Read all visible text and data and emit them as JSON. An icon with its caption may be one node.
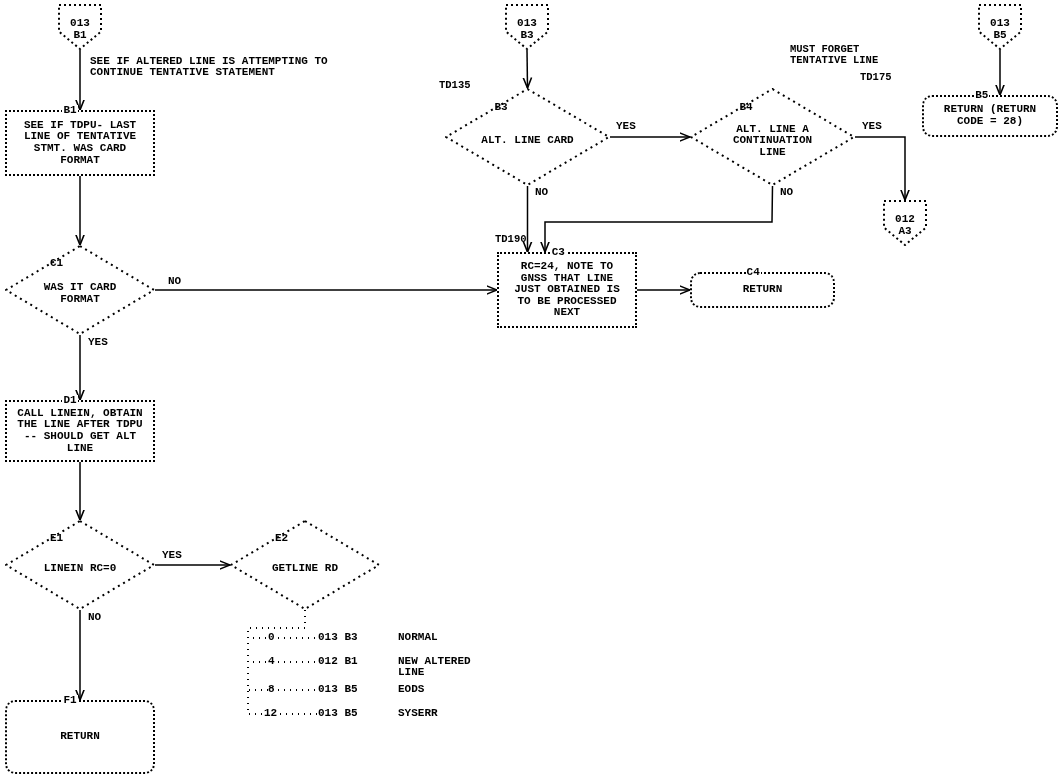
{
  "diagram": {
    "nodes": [
      {
        "text": [
          "013 B1"
        ]
      },
      {
        "text": [
          "B1",
          "SEE IF TDPU- LAST LINE OF TENTATIVE STMT. WAS CARD FORMAT"
        ]
      },
      {
        "text": [
          "C1",
          "WAS IT CARD FORMAT"
        ]
      },
      {
        "text": [
          "D1",
          "CALL LINEIN, OBTAIN THE LINE AFTER TDPU -- SHOULD GET ALT LINE"
        ]
      },
      {
        "text": [
          "E1",
          "LINEIN RC=0"
        ]
      },
      {
        "text": [
          "E2",
          "GETLINE RD"
        ]
      },
      {
        "text": [
          "F1",
          "RETURN"
        ]
      },
      {
        "text": [
          "013 B3"
        ]
      },
      {
        "text": [
          "B3",
          "ALT. LINE CARD"
        ],
        "beside": [
          "TD135"
        ]
      },
      {
        "text": [
          "B4",
          "ALT. LINE A CONTINUATION LINE"
        ],
        "beside": [
          "MUST FORGET TENTATIVE LINE",
          "TD175"
        ]
      },
      {
        "text": [
          "012 A3"
        ]
      },
      {
        "text": [
          "C3",
          "RC=24, NOTE TO GNSS THAT LINE JUST OBTAINED IS TO BE PROCESSED NEXT"
        ],
        "beside": [
          "TD190"
        ]
      },
      {
        "text": [
          "C4",
          "RETURN"
        ]
      },
      {
        "text": [
          "013 B5"
        ]
      },
      {
        "text": [
          "B5",
          "RETURN (RETURN CODE = 28)"
        ]
      },
      {
        "text": [
          "0"
        ]
      },
      {
        "text": [
          "013 B3"
        ]
      },
      {
        "text": [
          "4"
        ]
      },
      {
        "text": [
          "012 B1"
        ]
      },
      {
        "text": [
          "8"
        ]
      },
      {
        "text": [
          "013 B5"
        ]
      },
      {
        "text": [
          "12"
        ]
      },
      {
        "text": [
          "013 B5"
        ]
      }
    ],
    "edges": [
      {
        "from": 0,
        "to": 1,
        "arrow": "to",
        "label": "SEE IF ALTERED LINE IS ATTEMPTING TO CONTINUE TENTATIVE STATEMENT"
      },
      {
        "from": 1,
        "to": 2,
        "arrow": "to"
      },
      {
        "from": 2,
        "to": 3,
        "arrow": "to",
        "label": "YES"
      },
      {
        "from": 2,
        "to": 11,
        "arrow": "to",
        "label": "NO"
      },
      {
        "from": 3,
        "to": 4,
        "arrow": "to"
      },
      {
        "from": 4,
        "to": 5,
        "arrow": "to",
        "label": "YES"
      },
      {
        "from": 4,
        "to": 6,
        "arrow": "to",
        "label": "NO"
      },
      {
        "from": 7,
        "to": 8,
        "arrow": "to"
      },
      {
        "from": 8,
        "to": 9,
        "arrow": "to",
        "label": "YES"
      },
      {
        "from": 9,
        "to": 10,
        "arrow": "to",
        "label": "YES"
      },
      {
        "from": 8,
        "to": 11,
        "arrow": "to",
        "label": "NO"
      },
      {
        "from": 9,
        "to": 11,
        "arrow": "to",
        "label": "NO"
      },
      {
        "from": 11,
        "to": 12,
        "arrow": "to"
      },
      {
        "from": 13,
        "to": 14,
        "arrow": "to"
      },
      {
        "from": 5,
        "to": 15,
        "arrow": "none",
        "style": "dashed"
      },
      {
        "from": 5,
        "to": 17,
        "arrow": "none",
        "style": "dashed"
      },
      {
        "from": 5,
        "to": 19,
        "arrow": "none",
        "style": "dashed"
      },
      {
        "from": 5,
        "to": 21,
        "arrow": "none",
        "style": "dashed"
      },
      {
        "from": 15,
        "to": 16,
        "arrow": "none",
        "style": "dashed"
      },
      {
        "from": 17,
        "to": 18,
        "arrow": "none",
        "style": "dashed"
      },
      {
        "from": 19,
        "to": 20,
        "arrow": "none",
        "style": "dashed"
      },
      {
        "from": 21,
        "to": 22,
        "arrow": "none",
        "style": "dashed"
      }
    ],
    "labels": [
      "NORMAL",
      "NEW ALTERED LINE",
      "EODS",
      "SYSERR"
    ]
  }
}
